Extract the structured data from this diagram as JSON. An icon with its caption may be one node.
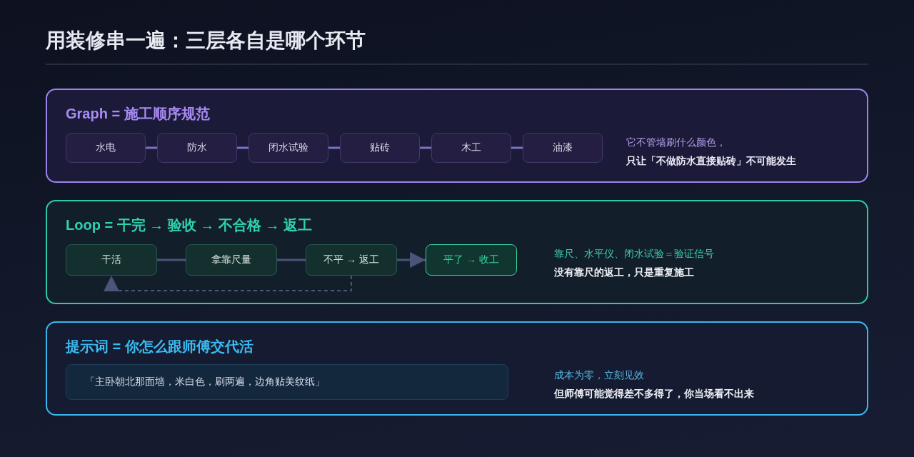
{
  "diagram": {
    "title": "用装修串一遍：三层各自是哪个环节",
    "nodes": [
      {
        "text": [
          "Graph = 施工顺序规范",
          "它不管墙刷什么颜色，",
          "只让「不做防水直接贴砖」不可能发生"
        ]
      },
      {
        "text": [
          "水电"
        ],
        "in": 0
      },
      {
        "text": [
          "防水"
        ],
        "in": 0
      },
      {
        "text": [
          "闭水试验"
        ],
        "in": 0
      },
      {
        "text": [
          "贴砖"
        ],
        "in": 0
      },
      {
        "text": [
          "木工"
        ],
        "in": 0
      },
      {
        "text": [
          "油漆"
        ],
        "in": 0
      },
      {
        "text": [
          "Loop = 干完 → 验收 → 不合格 → 返工",
          "靠尺、水平仪、闭水试验＝验证信号",
          "没有靠尺的返工，只是重复施工"
        ]
      },
      {
        "text": [
          "干活"
        ],
        "in": 7
      },
      {
        "text": [
          "拿靠尺量"
        ],
        "in": 7
      },
      {
        "text": [
          "不平 → 返工"
        ],
        "in": 7
      },
      {
        "text": [
          "平了 → 收工"
        ],
        "in": 7
      },
      {
        "text": [
          "提示词 = 你怎么跟师傅交代活",
          "成本为零，立刻见效",
          "但师傅可能觉得差不多得了，你当场看不出来"
        ]
      },
      {
        "text": [
          "「主卧朝北那面墙，米白色，刷两遍，边角贴美纹纸」"
        ],
        "in": 12
      }
    ],
    "edges": [
      {
        "from": 1,
        "to": 2,
        "arrow": "none"
      },
      {
        "from": 2,
        "to": 3,
        "arrow": "none"
      },
      {
        "from": 3,
        "to": 4,
        "arrow": "none"
      },
      {
        "from": 4,
        "to": 5,
        "arrow": "none"
      },
      {
        "from": 5,
        "to": 6,
        "arrow": "none"
      },
      {
        "from": 8,
        "to": 9,
        "arrow": "none",
        "color": "#4a5578"
      },
      {
        "from": 9,
        "to": 10,
        "arrow": "none",
        "color": "#4a5578"
      },
      {
        "from": 10,
        "to": 11,
        "arrow": "to",
        "color": "#4a5578"
      },
      {
        "from": 10,
        "to": 8,
        "arrow": "to",
        "style": "dashed",
        "color": "#4a5578"
      }
    ]
  }
}
